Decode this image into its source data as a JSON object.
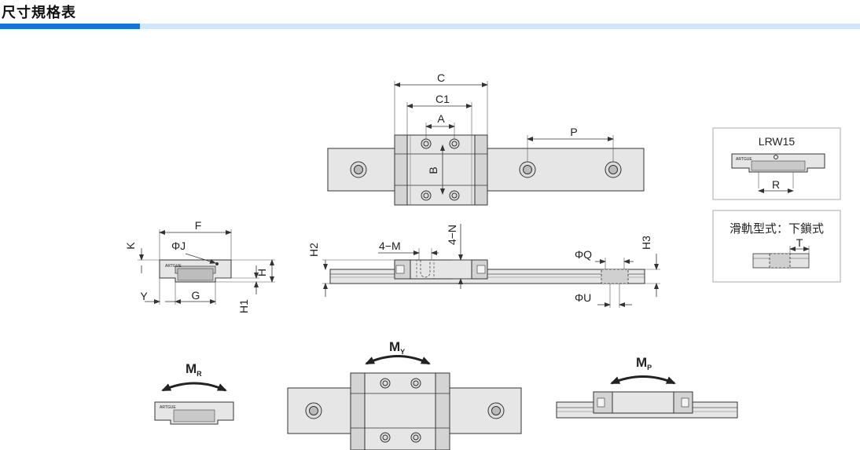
{
  "header": {
    "title": "尺寸規格表",
    "bar_color_accent": "#1a73d9",
    "bar_color_rest": "#cfe6fb"
  },
  "labels": {
    "C": "C",
    "C1": "C1",
    "A": "A",
    "B": "B",
    "P": "P",
    "F": "F",
    "K": "K",
    "PhiJ": "ΦJ",
    "H": "H",
    "H1": "H1",
    "Y": "Y",
    "G": "G",
    "H2": "H2",
    "FourM": "4−M",
    "FourN": "4−N",
    "PhiQ": "ΦQ",
    "H3": "H3",
    "PhiU": "ΦU",
    "R": "R",
    "T": "T"
  },
  "inset_top": {
    "model": "LRW15"
  },
  "inset_bottom": {
    "caption": "滑軌型式：下鎖式"
  },
  "moments": {
    "MR": {
      "main": "M",
      "sub": "R"
    },
    "MY": {
      "main": "M",
      "sub": "Y"
    },
    "MP": {
      "main": "M",
      "sub": "P"
    }
  },
  "logo_text": "ARTGUE",
  "icons": [
    "arc-arrow-icon"
  ]
}
